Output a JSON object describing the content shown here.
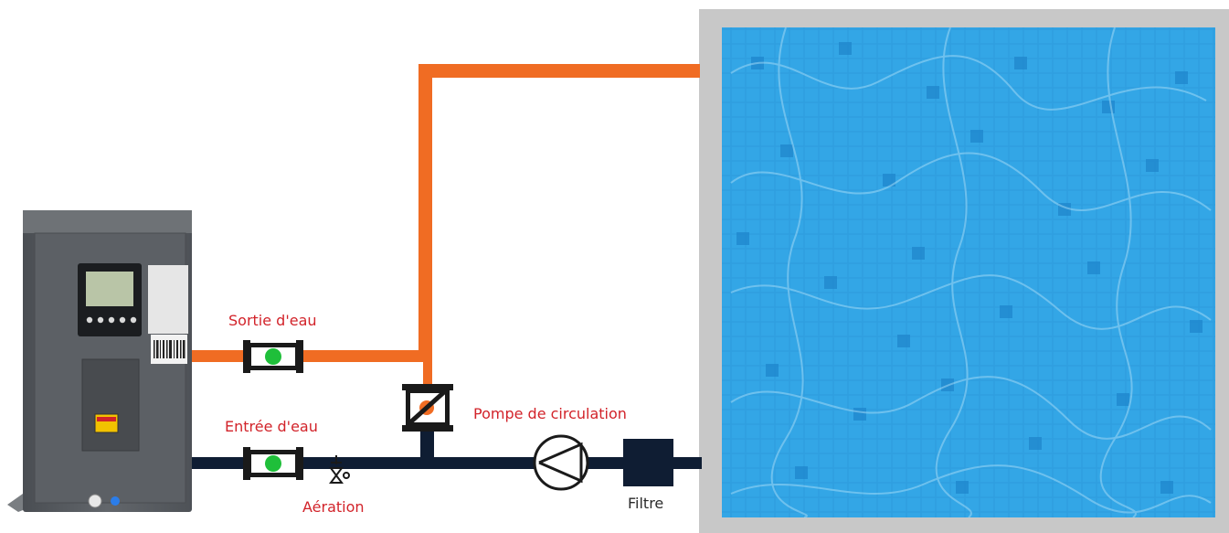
{
  "labels": {
    "outlet": "Sortie d'eau",
    "inlet": "Entrée d'eau",
    "pump": "Pompe de circulation",
    "aeration": "Aération",
    "filter": "Filtre"
  },
  "colors": {
    "hot_pipe": "#f06c23",
    "cold_pipe": "#0f1d33",
    "label_red": "#d2232a",
    "label_dark": "#2b2b2b",
    "pool_frame": "#c8c8c8",
    "pool_water": "#2f9fe0",
    "valve_green": "#1fbf3a",
    "heat_pump_body": "#5a5e63"
  },
  "icons": {
    "valves": [
      "union-valve-icon",
      "bypass-valve-icon",
      "aeration-valve-icon"
    ],
    "pump": "circulation-pump-icon",
    "filter": "filter-icon"
  }
}
